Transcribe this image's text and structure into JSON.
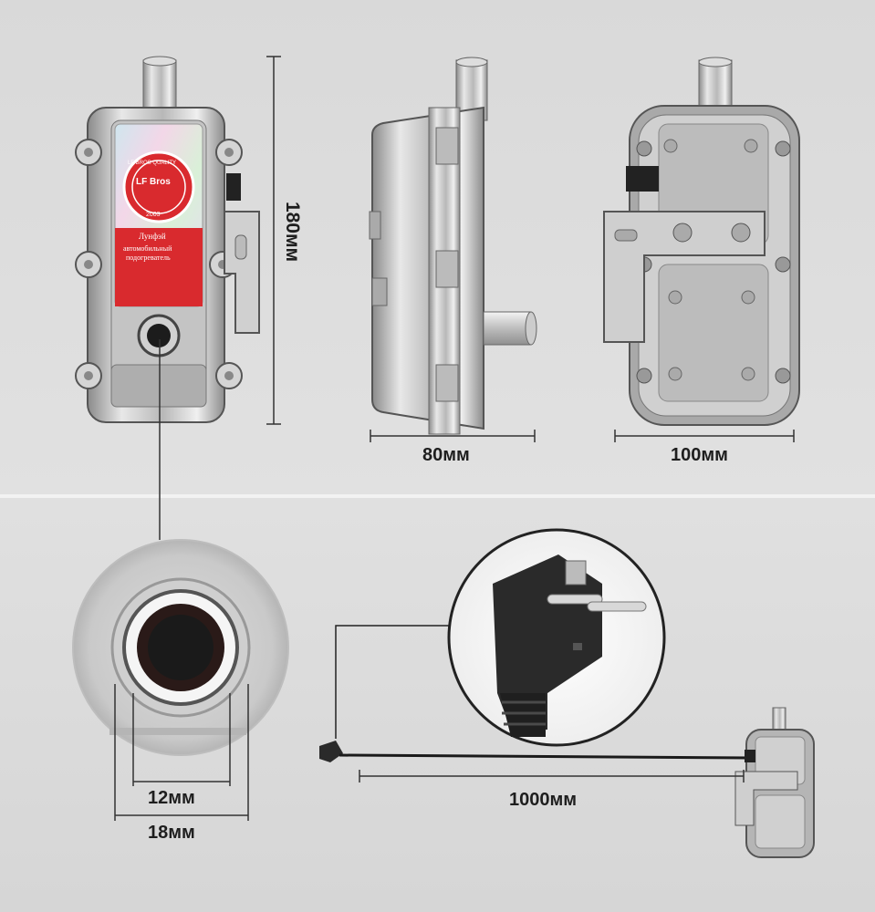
{
  "dimensions": {
    "height": "180мм",
    "width": "80мм",
    "depth": "100мм",
    "inner_diameter": "12мм",
    "outer_diameter": "18мм",
    "cable_length": "1000мм"
  },
  "label": {
    "brand_ring_text": "LF BROS QUALITY",
    "brand_logo": "LF Bros",
    "year": "2003",
    "product_name": "Лунфэй",
    "description_line1": "автомобильный",
    "description_line2": "подогреватель"
  },
  "colors": {
    "background": "#dcdcdc",
    "label_red": "#d92a2e",
    "metal": "#c8c8c8",
    "plug_black": "#2a2a2a"
  }
}
